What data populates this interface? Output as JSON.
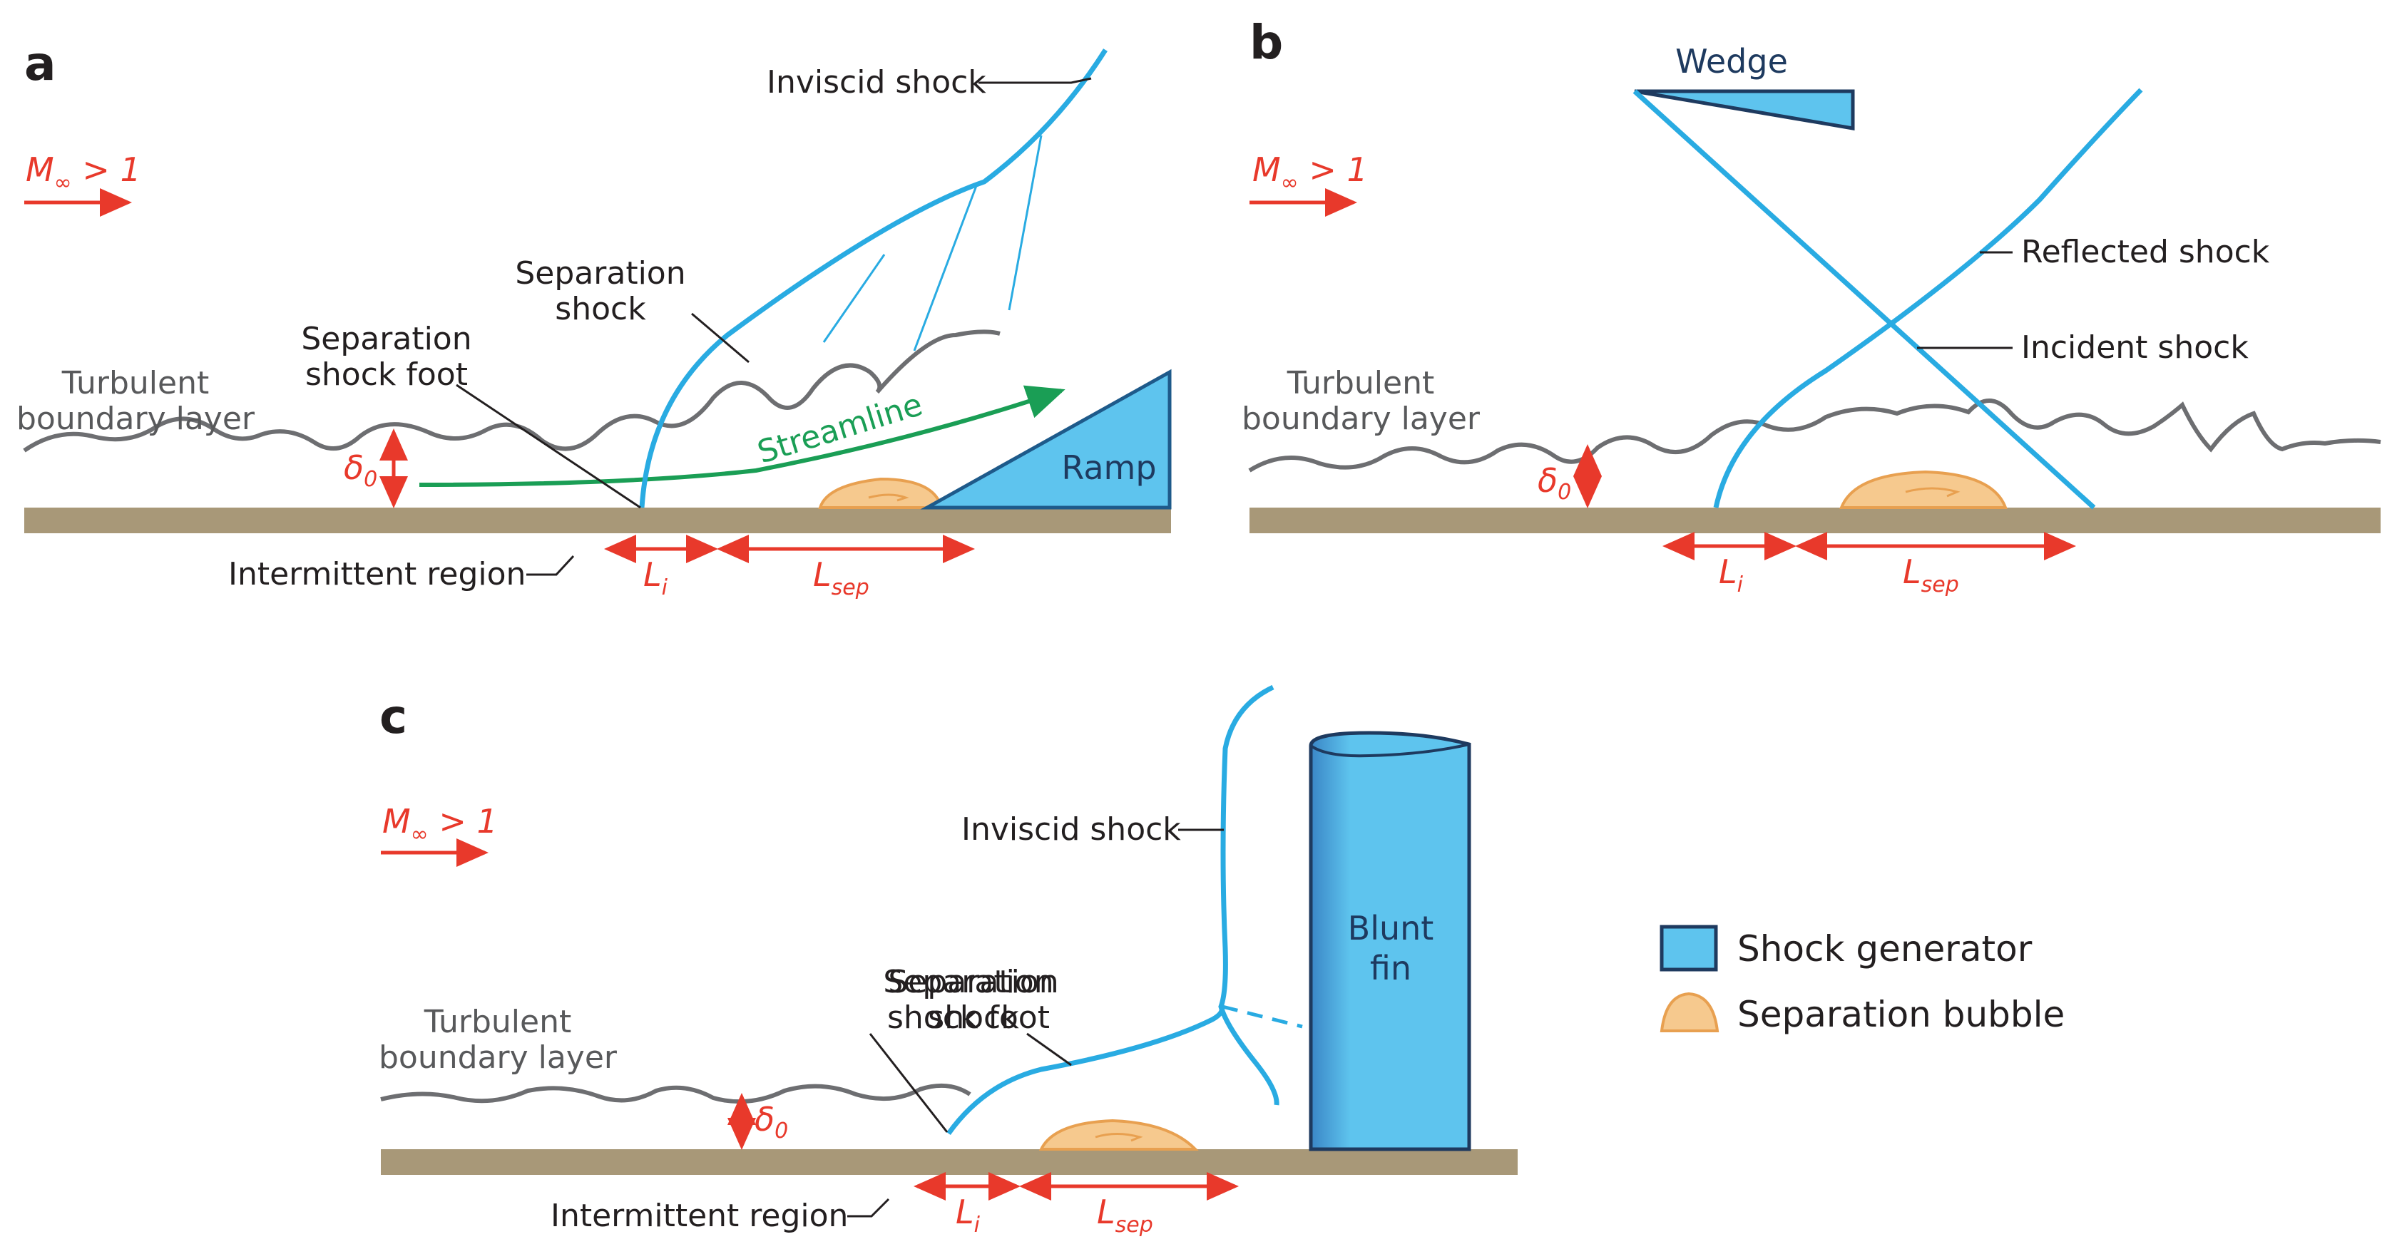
{
  "panels": {
    "a": {
      "letter": "a",
      "mach": {
        "symbol": "M",
        "sub": "∞",
        "rel": " > 1"
      },
      "labels": {
        "inviscid_shock": "Inviscid shock",
        "separation_shock_1": "Separation",
        "separation_shock_2": "shock",
        "shock_foot_1": "Separation",
        "shock_foot_2": "shock foot",
        "turbulent_1": "Turbulent",
        "turbulent_2": "boundary layer",
        "streamline": "Streamline",
        "ramp": "Ramp",
        "intermittent": "Intermittent region",
        "delta": "δ",
        "delta_sub": "0",
        "li": "L",
        "li_sub": "i",
        "lsep": "L",
        "lsep_sub": "sep"
      }
    },
    "b": {
      "letter": "b",
      "mach": {
        "symbol": "M",
        "sub": "∞",
        "rel": " > 1"
      },
      "labels": {
        "wedge": "Wedge",
        "reflected_shock": "Reflected shock",
        "incident_shock": "Incident shock",
        "turbulent_1": "Turbulent",
        "turbulent_2": "boundary layer",
        "delta": "δ",
        "delta_sub": "0",
        "li": "L",
        "li_sub": "i",
        "lsep": "L",
        "lsep_sub": "sep"
      }
    },
    "c": {
      "letter": "c",
      "mach": {
        "symbol": "M",
        "sub": "∞",
        "rel": " > 1"
      },
      "labels": {
        "inviscid_shock": "Inviscid shock",
        "shock_foot_1": "Separation",
        "shock_foot_2": "shock foot",
        "separation_shock_1": "Separation",
        "separation_shock_2": "shock",
        "turbulent_1": "Turbulent",
        "turbulent_2": "boundary layer",
        "blunt_1": "Blunt",
        "blunt_2": "fin",
        "intermittent": "Intermittent region",
        "delta": "δ",
        "delta_sub": "0",
        "li": "L",
        "li_sub": "i",
        "lsep": "L",
        "lsep_sub": "sep"
      }
    }
  },
  "legend": {
    "shock_generator": "Shock generator",
    "separation_bubble": "Separation bubble"
  },
  "colors": {
    "shock": "#29abe2",
    "generator_fill": "#5ec4ee",
    "wall": "#a89878",
    "annot": "#e8392b",
    "bubble": "#f6c98e",
    "boundary_layer": "#6d6e71",
    "streamline": "#1a9e55"
  }
}
